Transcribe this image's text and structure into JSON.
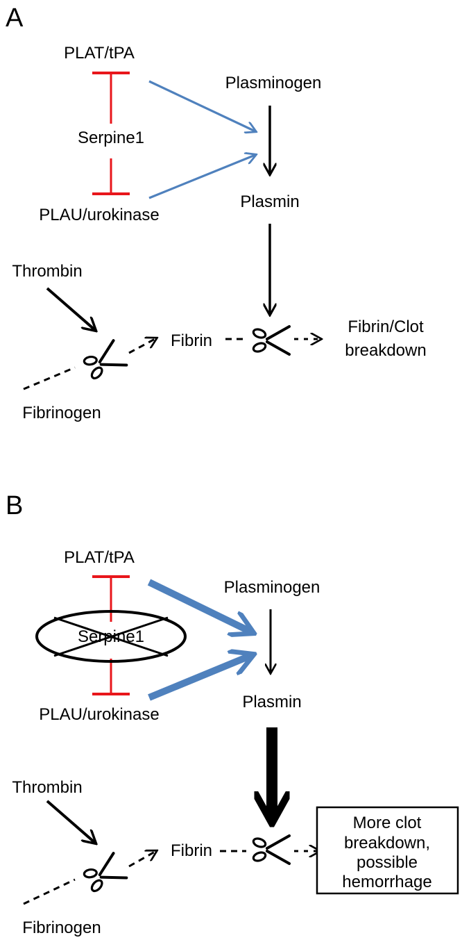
{
  "colors": {
    "inhibition": "#e8161b",
    "activation": "#4f81bd",
    "flow": "#000000"
  },
  "icons": {
    "cleavage": "scissors-icon",
    "knockout": "crossed-ellipse"
  },
  "panel_a": {
    "letter": "A",
    "plat": "PLAT/tPA",
    "serpine1": "Serpine1",
    "plau": "PLAU/urokinase",
    "plasminogen": "Plasminogen",
    "plasmin": "Plasmin",
    "thrombin": "Thrombin",
    "fibrinogen": "Fibrinogen",
    "fibrin": "Fibrin",
    "outcome_line1": "Fibrin/Clot",
    "outcome_line2": "breakdown"
  },
  "panel_b": {
    "letter": "B",
    "plat": "PLAT/tPA",
    "serpine1": "Serpine1",
    "plau": "PLAU/urokinase",
    "plasminogen": "Plasminogen",
    "plasmin": "Plasmin",
    "thrombin": "Thrombin",
    "fibrinogen": "Fibrinogen",
    "fibrin": "Fibrin",
    "outcome_line1": "More clot",
    "outcome_line2": "breakdown,",
    "outcome_line3": "possible",
    "outcome_line4": "hemorrhage"
  }
}
